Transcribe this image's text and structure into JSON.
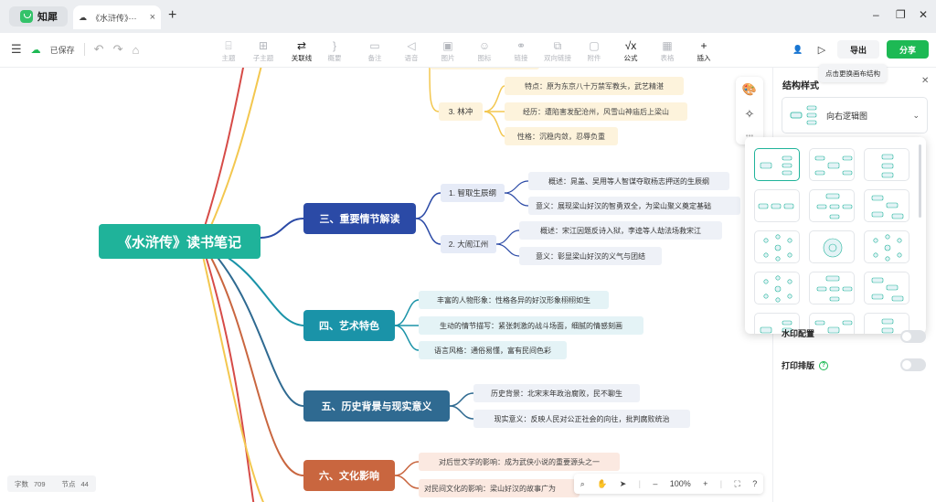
{
  "app": {
    "name": "知犀"
  },
  "tab": {
    "title": "《水浒传》···",
    "close": "×"
  },
  "window": {
    "minimize": "–",
    "restore": "❐",
    "close": "✕"
  },
  "header": {
    "save_status": "已保存"
  },
  "toolbar": {
    "tools": [
      {
        "label": "主题",
        "icon": "⌸"
      },
      {
        "label": "子主题",
        "icon": "⊞"
      },
      {
        "label": "关联线",
        "icon": "⇄"
      },
      {
        "label": "概要",
        "icon": "}"
      },
      {
        "label": "备注",
        "icon": "▭"
      },
      {
        "label": "语音",
        "icon": "◁"
      },
      {
        "label": "图片",
        "icon": "▣"
      },
      {
        "label": "图标",
        "icon": "☺"
      },
      {
        "label": "链接",
        "icon": "⚭"
      },
      {
        "label": "双向链接",
        "icon": "⧉"
      },
      {
        "label": "附件",
        "icon": "▢"
      },
      {
        "label": "公式",
        "icon": "√x"
      },
      {
        "label": "表格",
        "icon": "▦"
      },
      {
        "label": "插入",
        "icon": "+"
      }
    ],
    "export_label": "导出",
    "share_label": "分享"
  },
  "mindmap": {
    "root": "《水浒传》读书笔记",
    "branches": [
      {
        "title": "三、重要情节解读",
        "color": "#2b4aa6",
        "children": [
          {
            "label": "1. 智取生辰纲",
            "leaves": [
              "概述：晁盖、吴用等人智谋夺取杨志押送的生辰纲",
              "意义：展现梁山好汉的智勇双全，为梁山聚义奠定基础"
            ]
          },
          {
            "label": "2. 大闹江州",
            "leaves": [
              "概述：宋江因题反诗入狱，李逵等人劫法场救宋江",
              "意义：彰显梁山好汉的义气与团结"
            ]
          }
        ]
      },
      {
        "title": "四、艺术特色",
        "color": "#1a93a8",
        "leaves": [
          "丰富的人物形象：性格各异的好汉形象栩栩如生",
          "生动的情节描写：紧张刺激的战斗场面，细腻的情感刻画",
          "语言风格：通俗易懂，富有民间色彩"
        ]
      },
      {
        "title": "五、历史背景与现实意义",
        "color": "#2f6a91",
        "leaves": [
          "历史背景：北宋末年政治腐败，民不聊生",
          "现实意义：反映人民对公正社会的向往，批判腐败统治"
        ]
      },
      {
        "title": "六、文化影响",
        "color": "#c9663f",
        "leaves": [
          "对后世文学的影响：成为武侠小说的重要源头之一",
          "对民间文化的影响：梁山好汉的故事广为"
        ]
      }
    ],
    "upper": {
      "label": "3. 林冲",
      "leaves": [
        "特点：原为东京八十万禁军教头，武艺精湛",
        "经历：遭陷害发配沧州，风雪山神庙后上梁山",
        "性格：沉稳内敛，忍辱负重"
      ]
    }
  },
  "stats": {
    "words_label": "字数",
    "words": "709",
    "nodes_label": "节点",
    "nodes": "44"
  },
  "zoom": {
    "value": "100%",
    "minus": "–",
    "plus": "+"
  },
  "panel": {
    "title": "结构样式",
    "tooltip": "点击更换画布结构",
    "structure_selected": "向右逻辑图",
    "partial_label": "水印配置",
    "print_label": "打印排版",
    "help": "?"
  },
  "colors": {
    "accent": "#1db954",
    "root": "#1fb39a"
  }
}
